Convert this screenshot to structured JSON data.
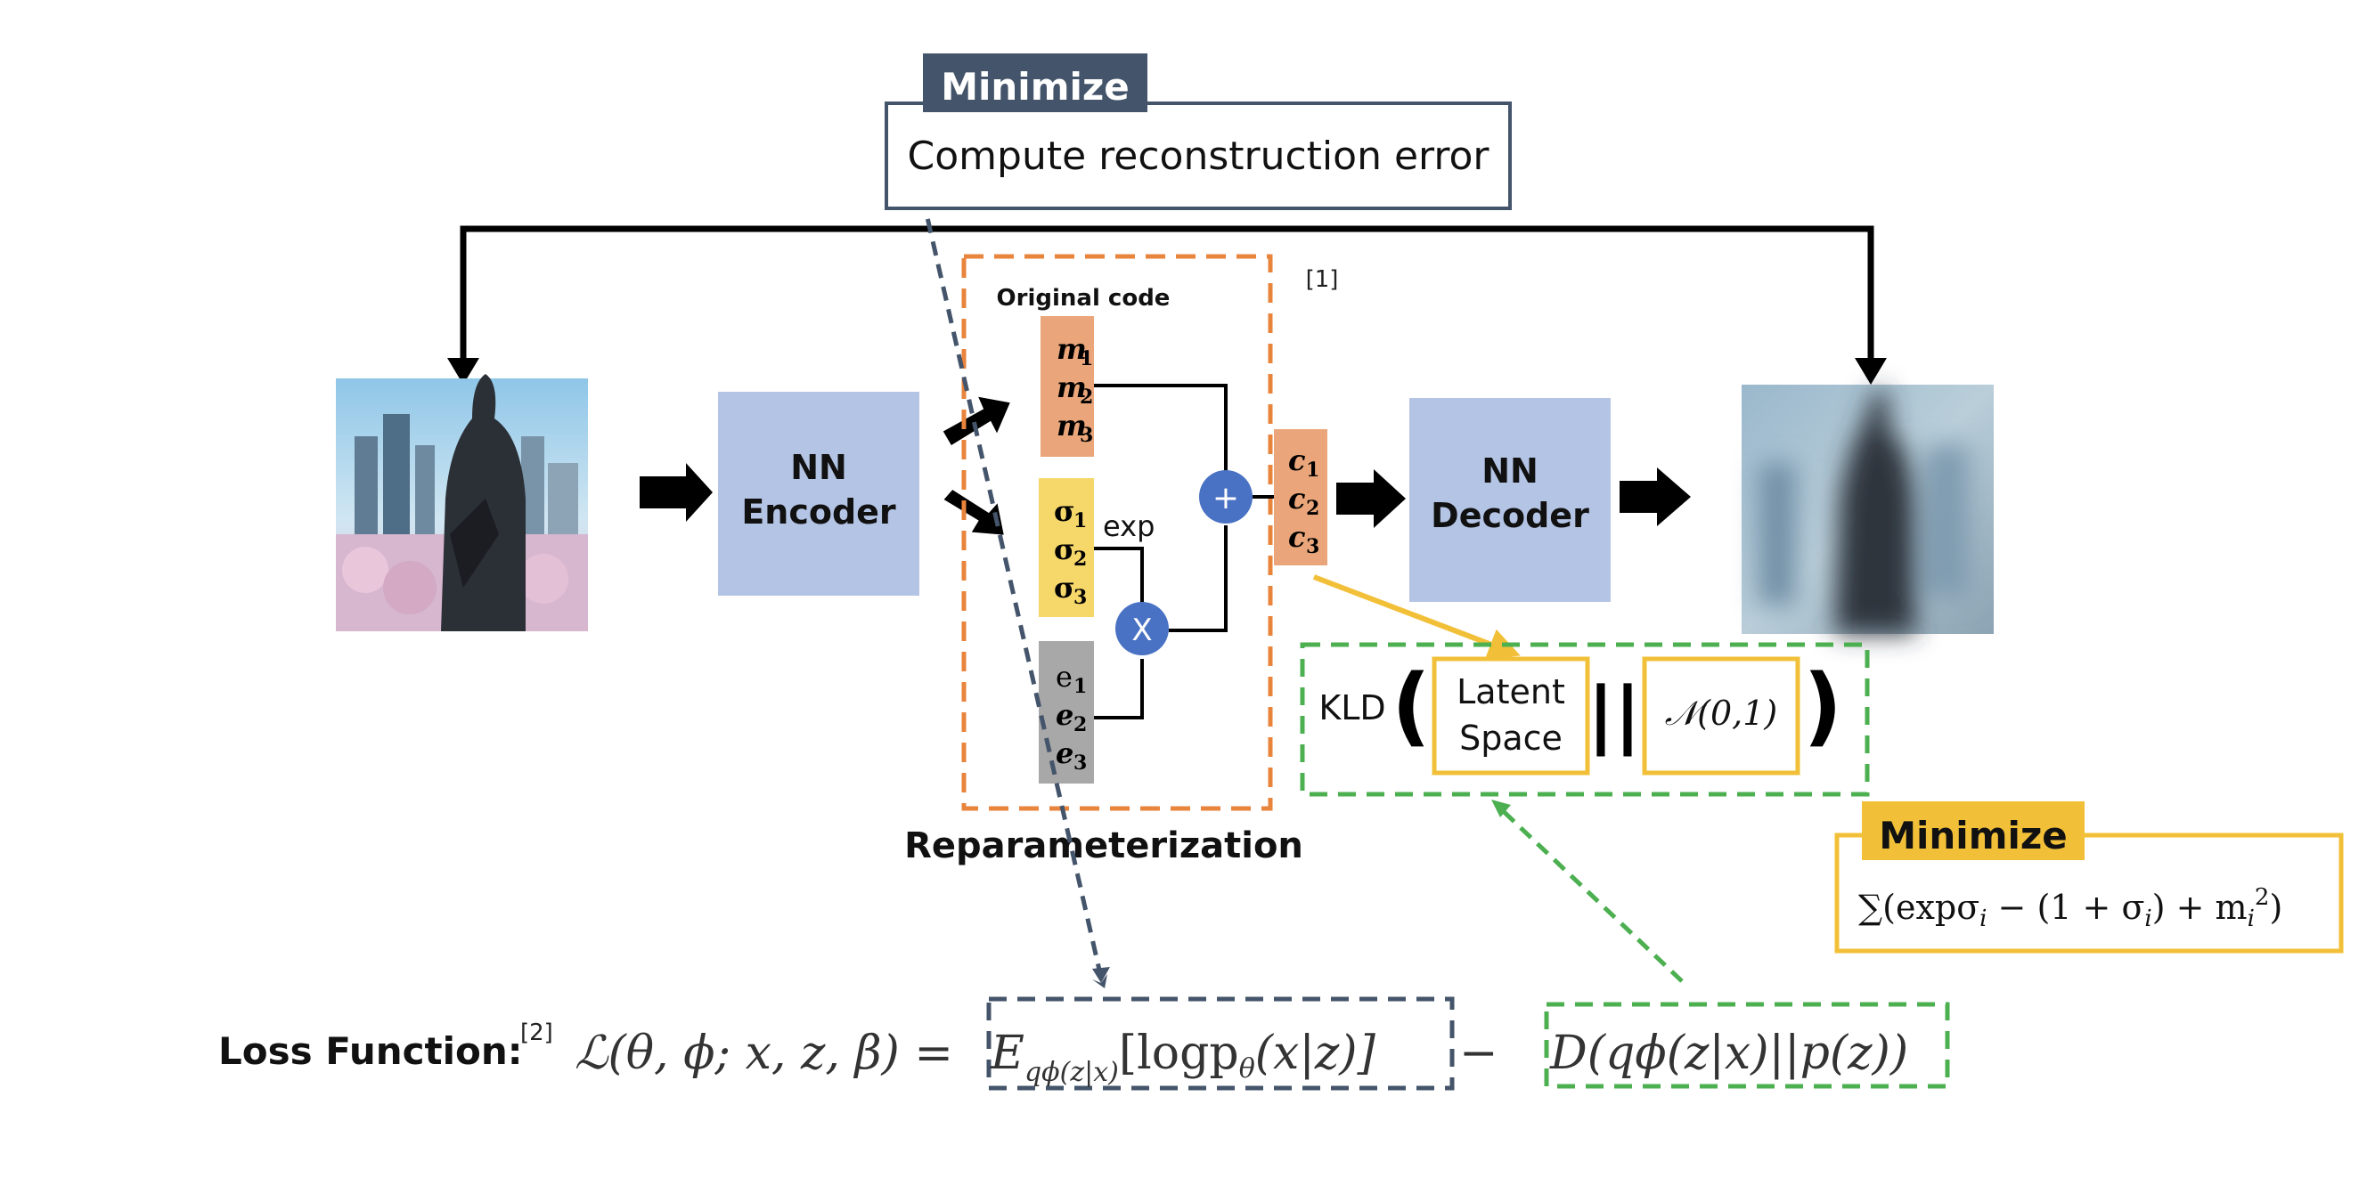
{
  "top_box": {
    "tag": "Minimize",
    "text": "Compute reconstruction error"
  },
  "ref1": "[1]",
  "ref2": "[2]",
  "encoder": {
    "line1": "NN",
    "line2": "Encoder"
  },
  "decoder": {
    "line1": "NN",
    "line2": "Decoder"
  },
  "reparam": {
    "caption": "Reparameterization",
    "original_code": "Original code",
    "m": [
      "m",
      "1",
      "m",
      "2",
      "m",
      "3"
    ],
    "sigma": [
      "σ",
      "1",
      "σ",
      "2",
      "σ",
      "3"
    ],
    "e": [
      "e",
      "1",
      "e",
      "2",
      "e",
      "3"
    ],
    "exp_label": "exp",
    "plus": "+",
    "times": "X"
  },
  "c_code": [
    "c",
    "1",
    "c",
    "2",
    "c",
    "3"
  ],
  "kld": {
    "label": "KLD",
    "open_paren": "(",
    "close_paren": ")",
    "bars": "||",
    "latent_line1": "Latent",
    "latent_line2": "Space",
    "normal": "𝒩(0,1)"
  },
  "kld_box": {
    "tag": "Minimize",
    "formula": "∑(expσ",
    "formula_i1": "i",
    "formula_mid": " − (1 + σ",
    "formula_i2": "i",
    "formula_end": ") + m",
    "formula_i3": "i",
    "formula_sq": "2",
    "formula_close": ")"
  },
  "loss": {
    "label": "Loss Function:",
    "lhs": "ℒ(θ, ϕ; x, z, β) =",
    "expectation": "E",
    "expectation_sub": "qϕ(z|x)",
    "expectation_body": "[logp",
    "expectation_theta": "θ",
    "expectation_end": "(x|z)]",
    "minus": "−",
    "kl_term": "D(qϕ(z|x)||p(z))"
  },
  "colors": {
    "encoder_fill": "#b4c4e4",
    "orange": "#e8843c",
    "orange_block": "#eaa67a",
    "yellow_block": "#f6d76a",
    "gray_block": "#a8a8a8",
    "blue_circle": "#4a72c4",
    "green": "#4caf50",
    "gold": "#f2c038",
    "navy": "#44546a"
  }
}
